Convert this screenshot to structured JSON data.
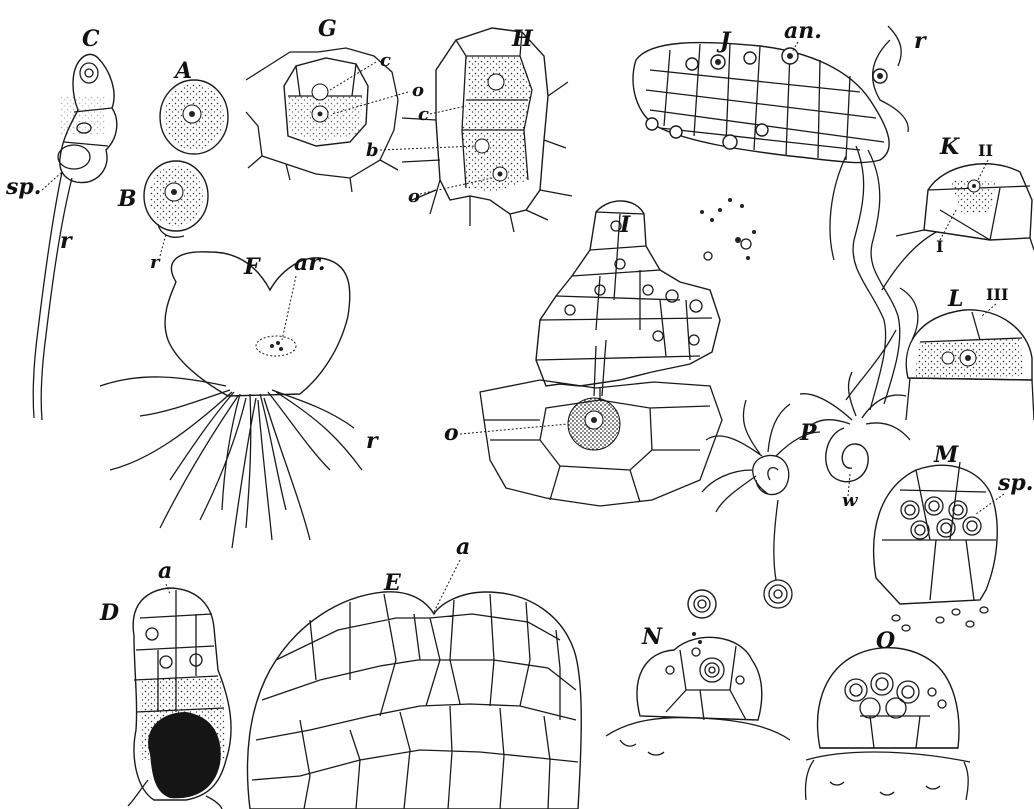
{
  "labels": {
    "A": "A",
    "B": "B",
    "C": "C",
    "D": "D",
    "E": "E",
    "F": "F",
    "G": "G",
    "H": "H",
    "I": "I",
    "J": "J",
    "K": "K",
    "L": "L",
    "M": "M",
    "N": "N",
    "O": "O",
    "P": "P"
  },
  "annotations": {
    "sp_c": "sp.",
    "r_c": "r",
    "r_b": "r",
    "ar_f": "ar.",
    "r_f": "r",
    "c_g": "c",
    "o_g": "o",
    "c_h": "c",
    "b_h": "b",
    "o_h": "o",
    "an_j": "an.",
    "r_j": "r",
    "ii_k": "II",
    "i_k": "I",
    "iii_l": "III",
    "o_i": "o",
    "w_p": "w",
    "sp_m": "sp.",
    "a_d": "a",
    "a_e": "a"
  }
}
